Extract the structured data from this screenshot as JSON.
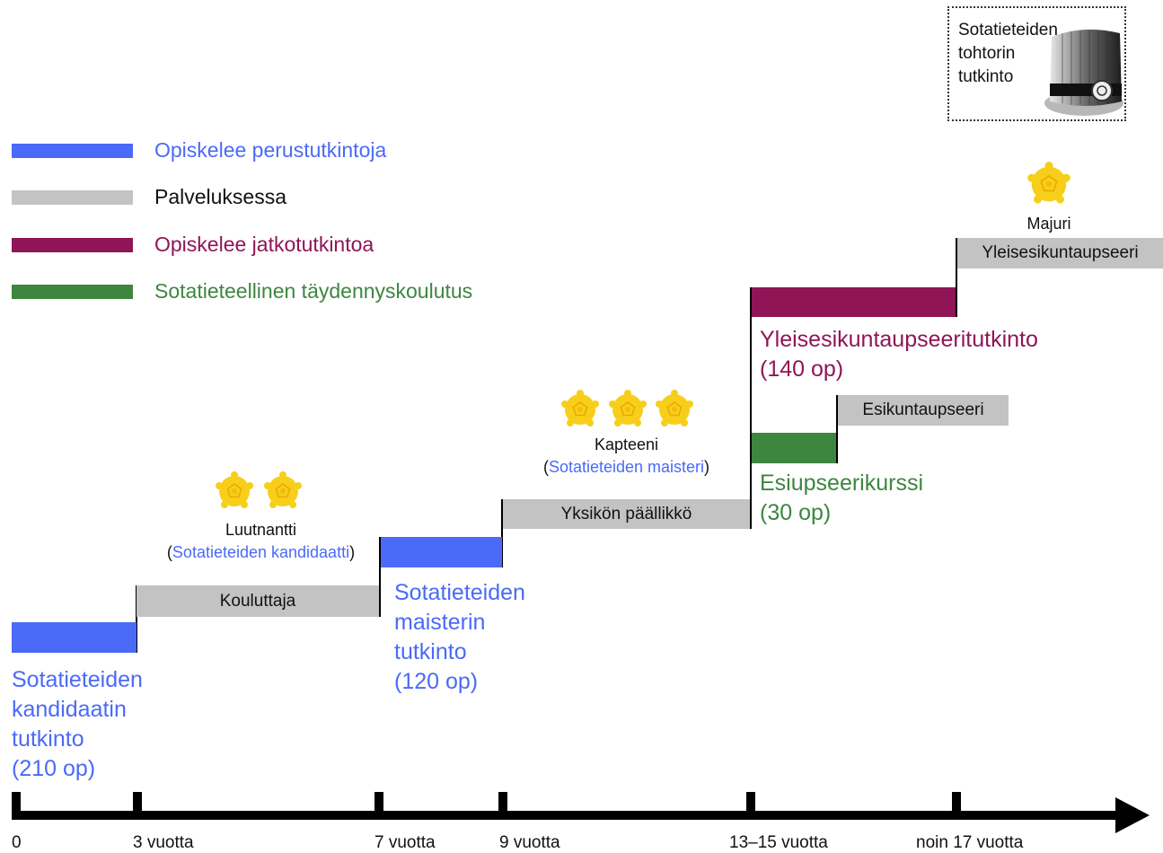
{
  "legend": [
    {
      "label": "Opiskelee perustutkintoja",
      "color": "#4a6af7"
    },
    {
      "label": "Palveluksessa",
      "color": "#c3c3c3",
      "text_color": "#111111"
    },
    {
      "label": "Opiskelee jatkotutkintoa",
      "color": "#8f1557"
    },
    {
      "label": "Sotatieteellinen täydennyskoulutus",
      "color": "#3e8640"
    }
  ],
  "timeline": {
    "ticks": [
      "0",
      "3 vuotta",
      "7 vuotta",
      "9 vuotta",
      "13–15 vuotta",
      "noin 17 vuotta"
    ]
  },
  "degrees": {
    "bachelor": {
      "lines": [
        "Sotatieteiden",
        "kandidaatin",
        "tutkinto",
        "(210 op)"
      ]
    },
    "master": {
      "lines": [
        "Sotatieteiden",
        "maisterin",
        "tutkinto",
        "(120 op)"
      ]
    },
    "general_staff": {
      "lines": [
        "Yleisesikuntaupseeritutkinto",
        "(140 op)"
      ]
    },
    "staff_course": {
      "lines": [
        "Esiupseerikurssi",
        "(30 op)"
      ]
    },
    "doctor": {
      "lines": [
        "Sotatieteiden",
        "tohtorin",
        "tutkinto"
      ]
    }
  },
  "positions": {
    "trainer": "Kouluttaja",
    "unit_commander": "Yksikön päällikkö",
    "staff_officer": "Esikuntaupseeri",
    "general_staff_officer": "Yleisesikuntaupseeri"
  },
  "ranks": {
    "lieutenant": {
      "name": "Luutnantti",
      "open": "(",
      "degree": "Sotatieteiden kandidaatti",
      "close": ")",
      "stars": 2
    },
    "captain": {
      "name": "Kapteeni",
      "open": "(",
      "degree": "Sotatieteiden maisteri",
      "close": ")",
      "stars": 3
    },
    "major": {
      "name": "Majuri",
      "stars": 1
    }
  },
  "colors": {
    "blue": "#4a6af7",
    "gray": "#c3c3c3",
    "purple": "#8f1557",
    "green": "#3e8640",
    "star": "#f7cf1a"
  }
}
